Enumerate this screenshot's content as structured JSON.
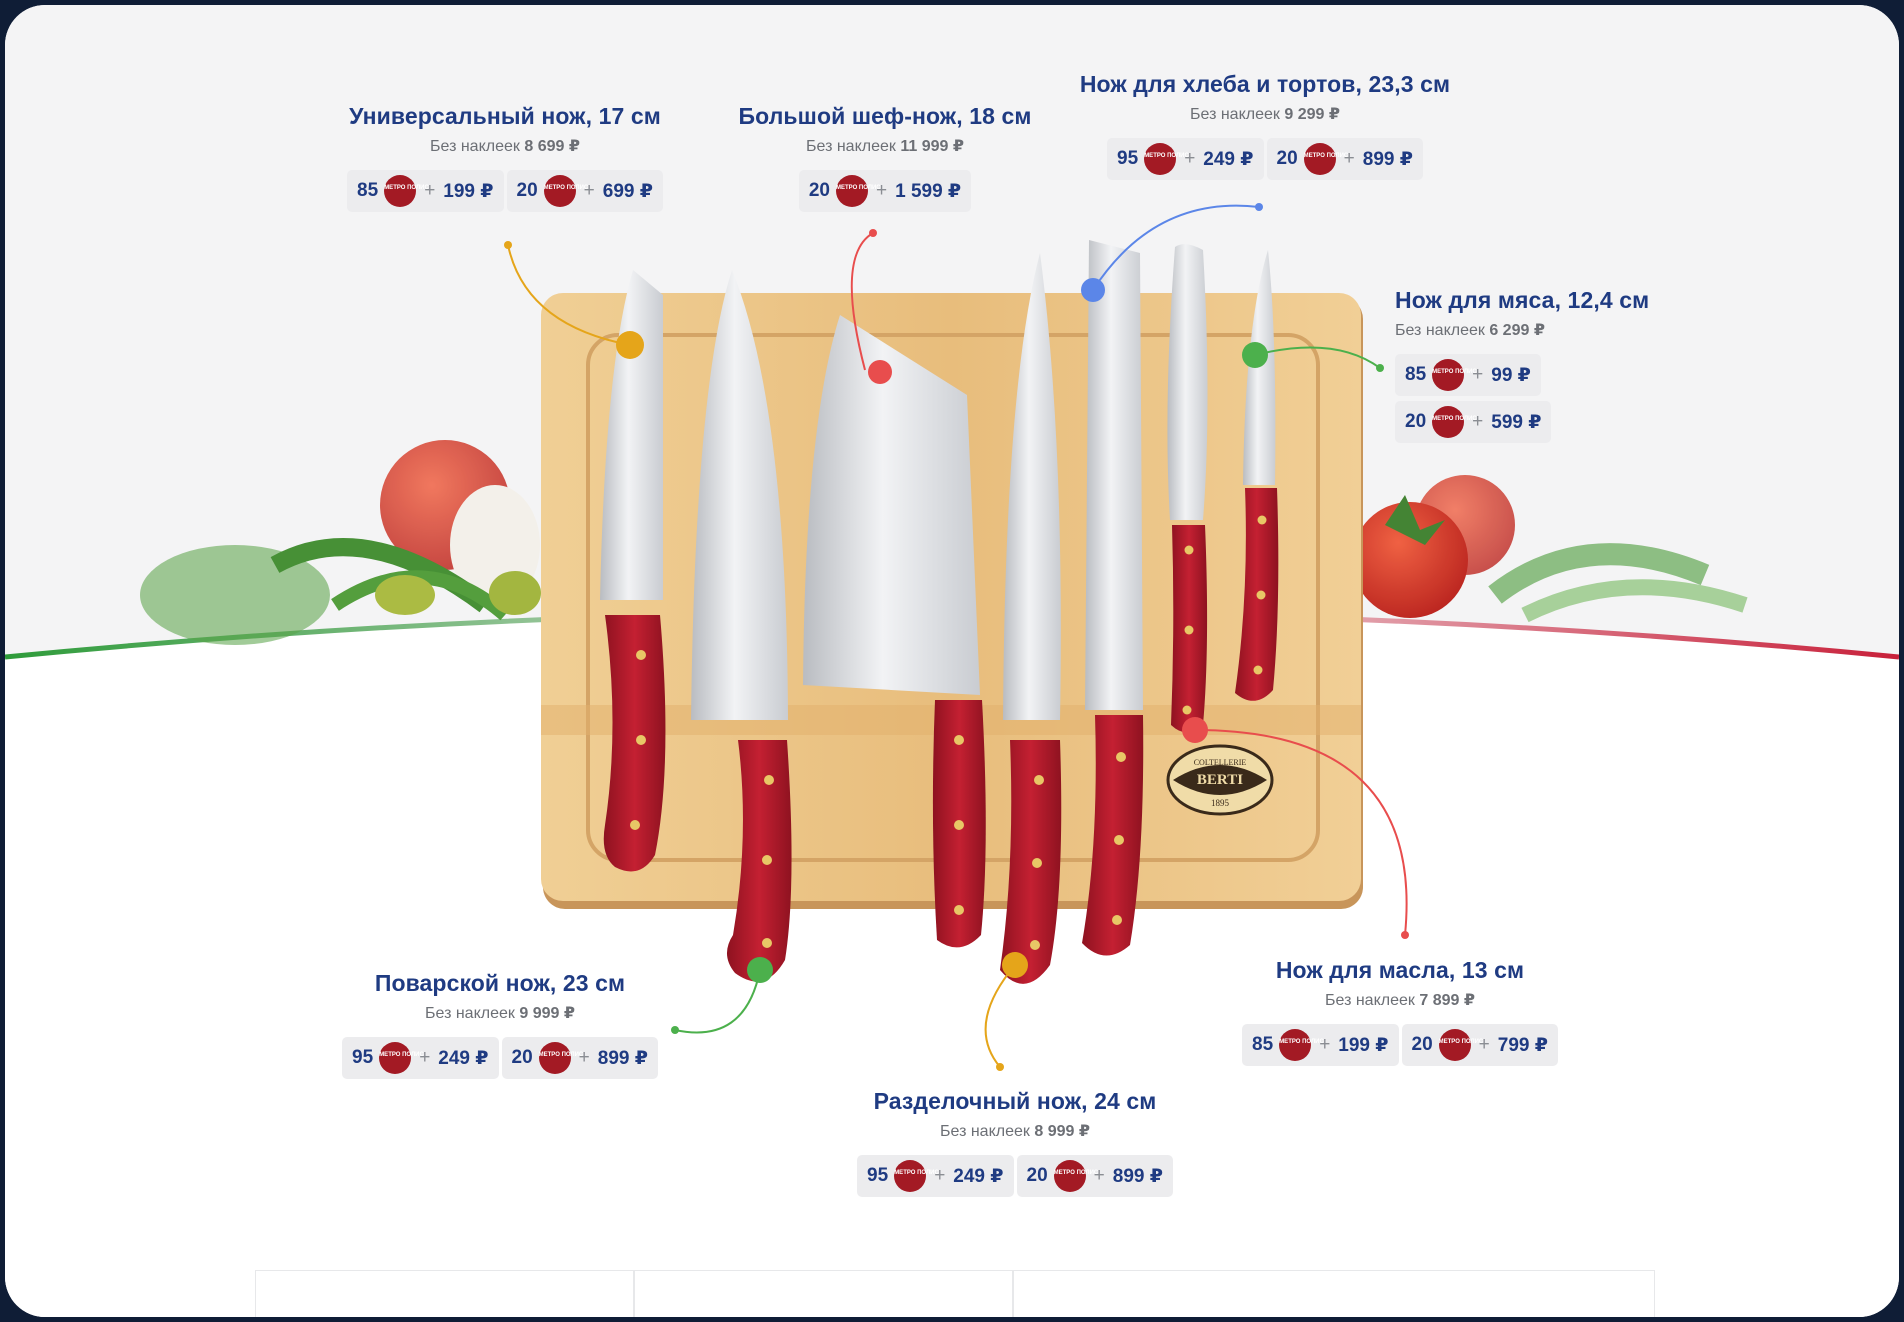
{
  "sticker_currency": "₽",
  "coin_label": "МЕТРО ПОЛИС",
  "sub_prefix": "Без наклеек",
  "knives": [
    {
      "title": "Универсальный нож, 17 см",
      "price": "8 699 ₽",
      "offers": [
        {
          "stickers": "85",
          "extra": "199 ₽"
        },
        {
          "stickers": "20",
          "extra": "699 ₽"
        }
      ]
    },
    {
      "title": "Большой шеф-нож, 18 см",
      "price": "11 999 ₽",
      "offers": [
        {
          "stickers": "20",
          "extra": "1 599 ₽"
        }
      ]
    },
    {
      "title": "Нож для хлеба и тортов, 23,3 см",
      "price": "9 299 ₽",
      "offers": [
        {
          "stickers": "95",
          "extra": "249 ₽"
        },
        {
          "stickers": "20",
          "extra": "899 ₽"
        }
      ]
    },
    {
      "title": "Нож для мяса, 12,4 см",
      "price": "6 299 ₽",
      "offers": [
        {
          "stickers": "85",
          "extra": "99 ₽"
        },
        {
          "stickers": "20",
          "extra": "599 ₽"
        }
      ]
    },
    {
      "title": "Поварской нож, 23 см",
      "price": "9 999 ₽",
      "offers": [
        {
          "stickers": "95",
          "extra": "249 ₽"
        },
        {
          "stickers": "20",
          "extra": "899 ₽"
        }
      ]
    },
    {
      "title": "Нож для масла, 13 см",
      "price": "7 899 ₽",
      "offers": [
        {
          "stickers": "85",
          "extra": "199 ₽"
        },
        {
          "stickers": "20",
          "extra": "799 ₽"
        }
      ]
    },
    {
      "title": "Разделочный нож, 24 см",
      "price": "8 999 ₽",
      "offers": [
        {
          "stickers": "95",
          "extra": "249 ₽"
        },
        {
          "stickers": "20",
          "extra": "899 ₽"
        }
      ]
    }
  ],
  "brand_logo": {
    "line1": "COLTELLERIE",
    "line2": "BERTI",
    "line3": "1895"
  },
  "colors": {
    "title": "#1f3b82",
    "coin": "#a31a24",
    "handle": "#b01b2a",
    "board": "#e6bd7f",
    "green_wave": "#2e9b3a",
    "red_wave": "#c8203a"
  }
}
